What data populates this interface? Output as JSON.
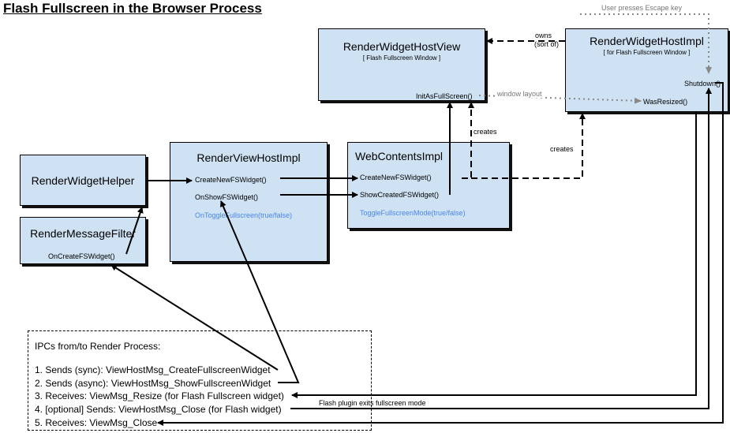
{
  "title": "Flash Fullscreen in the Browser Process",
  "boxes": {
    "rwhv": {
      "name": "RenderWidgetHostView",
      "sub": "[ Flash Fullscreen Window ]",
      "method": "InitAsFullScreen()"
    },
    "rwhi": {
      "name": "RenderWidgetHostImpl",
      "sub": "[ for Flash Fullscreen Window ]",
      "shutdown": "Shutdown()",
      "wasresized": "WasResized()"
    },
    "rwh": {
      "name": "RenderWidgetHelper"
    },
    "rmf": {
      "name": "RenderMessageFilter",
      "method": "OnCreateFSWidget()"
    },
    "rvhi": {
      "name": "RenderViewHostImpl",
      "m1": "CreateNewFSWidget()",
      "m2": "OnShowFSWidget()",
      "m3": "OnToggleFullscreen(true/false)"
    },
    "wci": {
      "name": "WebContentsImpl",
      "m1": "CreateNewFSWidget()",
      "m2": "ShowCreatedFSWidget()",
      "m3": "ToggleFullscreenMode(true/false)"
    }
  },
  "labels": {
    "escape": "User presses Escape key",
    "owns": "owns",
    "sortof": "(sort of)",
    "window_layout": "window layout",
    "creates1": "creates",
    "creates2": "creates",
    "flash_exits": "Flash plugin exits fullscreen mode"
  },
  "ipc": {
    "heading": "IPCs from/to Render Process:",
    "items": [
      "1. Sends (sync): ViewHostMsg_CreateFullscreenWidget",
      "2. Sends (async): ViewHostMsg_ShowFullscreenWidget",
      "3. Receives: ViewMsg_Resize (for Flash Fullscreen widget)",
      "4. [optional] Sends: ViewHostMsg_Close (for Flash widget)",
      "5. Receives: ViewMsg_Close"
    ]
  },
  "colors": {
    "box_fill": "#cfe2f3",
    "method_blue": "#4a86e8",
    "dotted": "#888888"
  }
}
